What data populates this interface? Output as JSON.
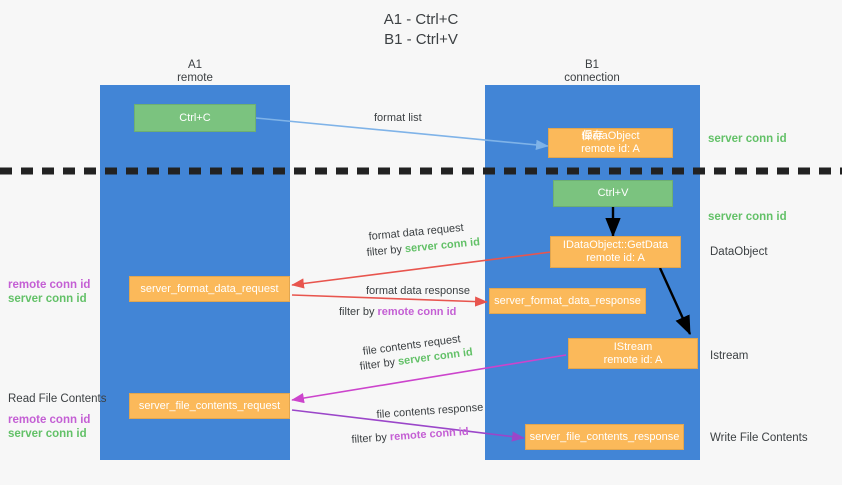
{
  "title": {
    "line1": "A1 - Ctrl+C",
    "line2": "B1 - Ctrl+V"
  },
  "columns": [
    {
      "name": "A1",
      "sub": "remote"
    },
    {
      "name": "B1",
      "sub": "connection"
    }
  ],
  "boxes": {
    "ctrl_c": "Ctrl+C",
    "ctrl_v": "Ctrl+V",
    "new_dataobject_overlay": "保存",
    "new_dataobject_line1": "IDataObject",
    "new_dataobject_line2": "remote id: A",
    "getdata_line1": "IDataObject::GetData",
    "getdata_line2": "remote id: A",
    "istream_line1": "IStream",
    "istream_line2": "remote id: A",
    "server_format_data_request": "server_format_data_request",
    "server_format_data_response": "server_format_data_response",
    "server_file_contents_request": "server_file_contents_request",
    "server_file_contents_response": "server_file_contents_response"
  },
  "edge_labels": {
    "format_list": "format list",
    "format_data_request": "format data request",
    "format_data_request_filter_prefix": "filter by ",
    "format_data_request_filter_id": "server conn id",
    "format_data_response": "format data response",
    "format_data_response_filter_prefix": "filter by ",
    "format_data_response_filter_id": "remote conn id",
    "file_contents_request": "file contents request",
    "file_contents_request_filter_prefix": "filter by ",
    "file_contents_request_filter_id": "server conn id",
    "file_contents_response": "file contents response",
    "file_contents_response_filter_prefix": "filter by ",
    "file_contents_response_filter_id": "remote conn id"
  },
  "right_labels": {
    "server_conn_id_top": "server conn id",
    "server_conn_id_second": "server conn id",
    "dataobject": "DataObject",
    "istream": "Istream",
    "write_file_contents": "Write File Contents"
  },
  "left_labels": {
    "remote_conn_id_upper": "remote conn id",
    "server_conn_id_upper": "server conn id",
    "read_file_contents": "Read File Contents",
    "remote_conn_id_lower": "remote conn id",
    "server_conn_id_lower": "server conn id"
  },
  "colors": {
    "lane": "#4285d6",
    "green_box": "#7bc37f",
    "orange_box": "#fbb95a",
    "green_text": "#63c168",
    "purple_text": "#c45fd4",
    "red_arrow": "#e8554e",
    "blue_arrow": "#7fb3e8",
    "black_arrow": "#000000",
    "magenta_arrow": "#cc44cc",
    "purple_arrow": "#9b46c9"
  }
}
